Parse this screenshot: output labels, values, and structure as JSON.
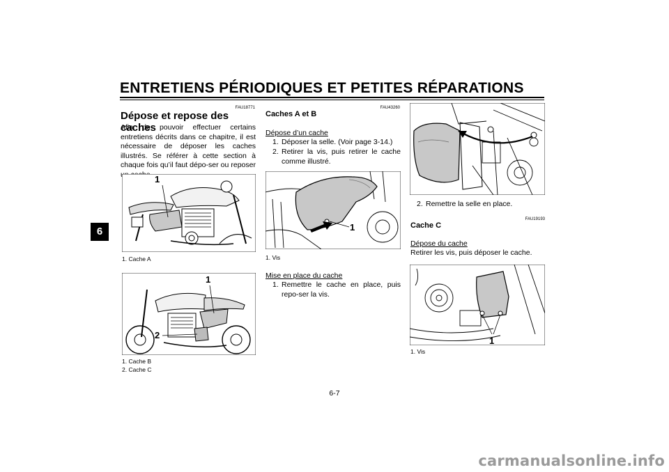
{
  "header": {
    "title": "ENTRETIENS PÉRIODIQUES ET PETITES RÉPARATIONS"
  },
  "chapter_tab": "6",
  "page_number": "6-7",
  "watermark": "carmanualsonline.info",
  "col1": {
    "code": "FAU18771",
    "heading": "Dépose et repose des caches",
    "body": "Afin de pouvoir effectuer certains entretiens décrits dans ce chapitre, il est nécessaire de déposer les caches illustrés. Se référer à cette section à chaque fois qu’il faut dépo-ser ou reposer un cache.",
    "fig1": {
      "callout": "1",
      "caption": "1. Cache A"
    },
    "fig2": {
      "callouts": [
        "1",
        "2"
      ],
      "captions": [
        "1. Cache B",
        "2. Cache C"
      ]
    }
  },
  "col2": {
    "code": "FAU43260",
    "heading": "Caches A et B",
    "removal_title": "Dépose d’un cache",
    "removal_steps": [
      {
        "n": "1.",
        "text": "Déposer la selle. (Voir page 3-14.)"
      },
      {
        "n": "2.",
        "text": "Retirer la vis, puis retirer le cache comme illustré."
      }
    ],
    "fig": {
      "callout": "1",
      "caption": "1. Vis"
    },
    "install_title": "Mise en place du cache",
    "install_steps": [
      {
        "n": "1.",
        "text": "Remettre le cache en place, puis repo-ser la vis."
      }
    ]
  },
  "col3": {
    "step": {
      "n": "2.",
      "text": "Remettre la selle en place."
    },
    "code": "FAU19193",
    "heading": "Cache C",
    "removal_title": "Dépose du cache",
    "body": "Retirer les vis, puis déposer le cache.",
    "fig": {
      "callout": "1",
      "caption": "1. Vis"
    }
  }
}
